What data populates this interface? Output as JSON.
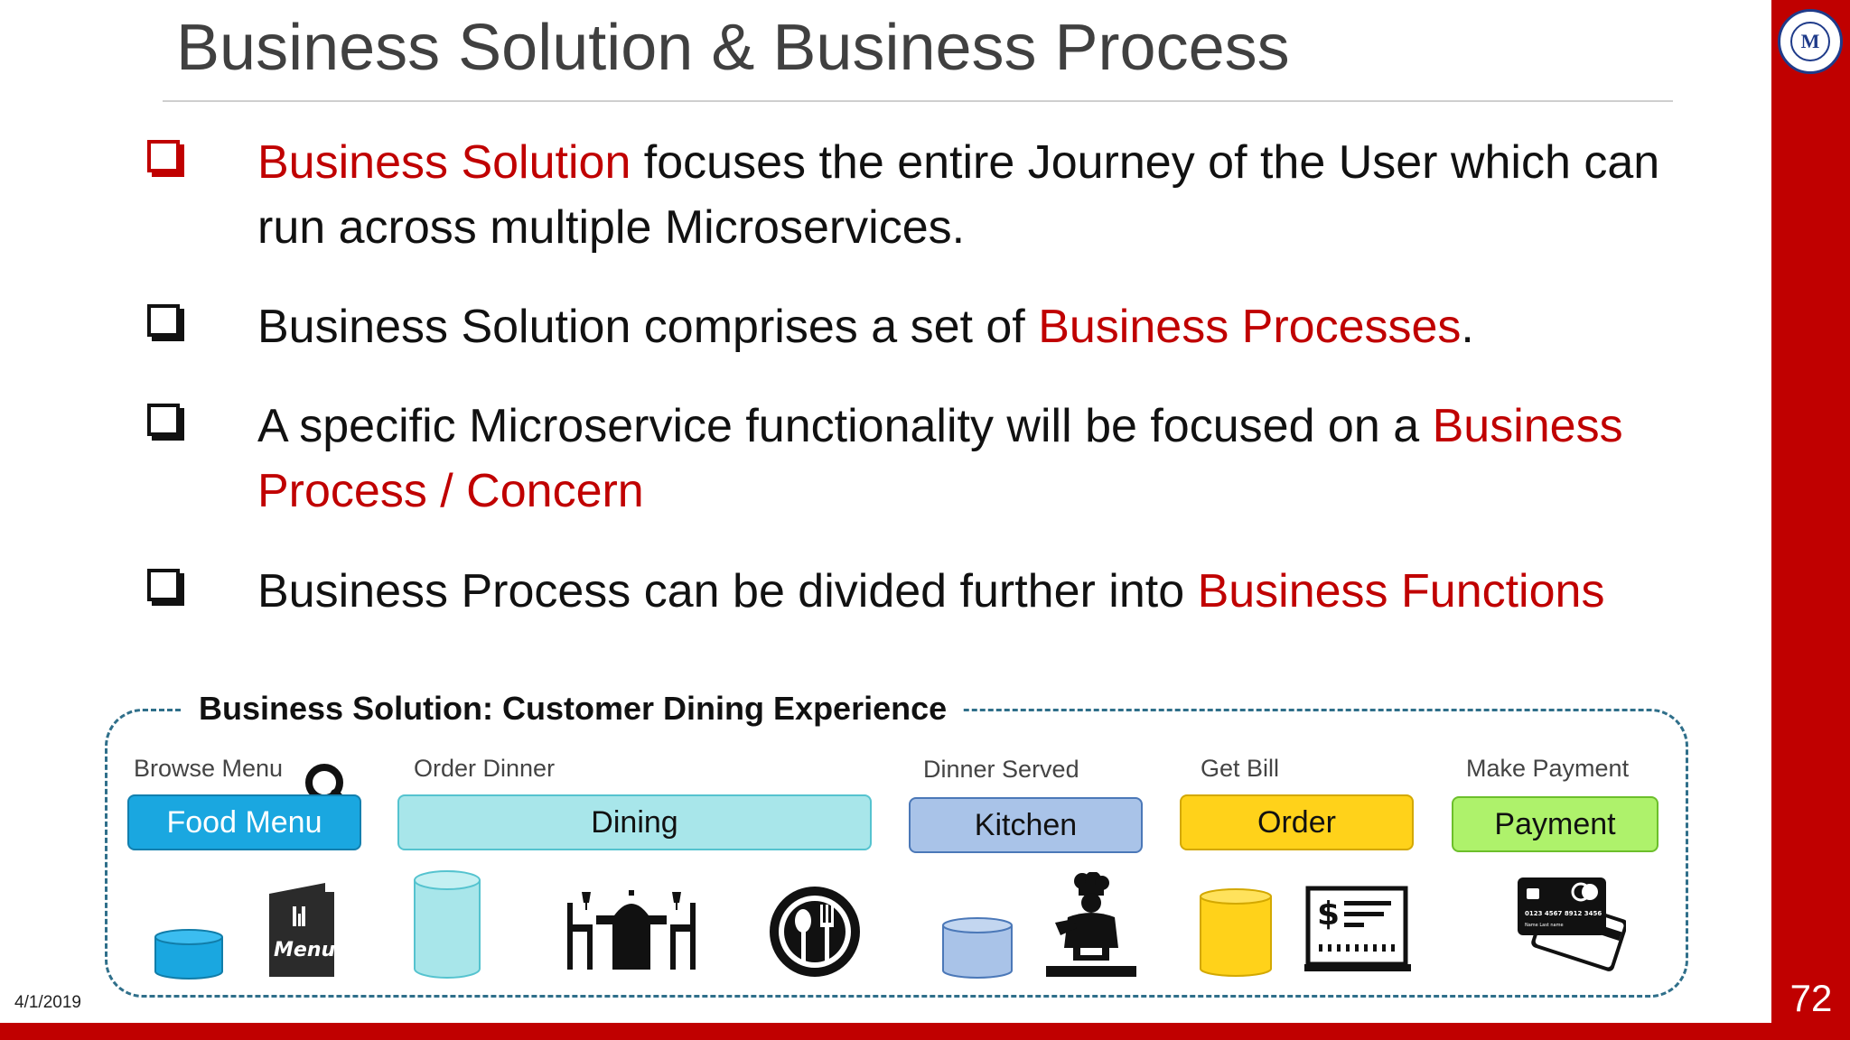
{
  "slide": {
    "title": "Business Solution & Business Process",
    "date": "4/1/2019",
    "page_number": "72",
    "logo_letter": "M"
  },
  "bullets": [
    {
      "parts": [
        {
          "text": "Business Solution",
          "highlight": true
        },
        {
          "text": " focuses the entire Journey of the User which can run across multiple Microservices.",
          "highlight": false
        }
      ]
    },
    {
      "parts": [
        {
          "text": "Business Solution comprises a set of ",
          "highlight": false
        },
        {
          "text": "Business Processes",
          "highlight": true
        },
        {
          "text": ".",
          "highlight": false
        }
      ]
    },
    {
      "parts": [
        {
          "text": "A specific Microservice functionality will be focused on a ",
          "highlight": false
        },
        {
          "text": "Business Process / Concern",
          "highlight": true
        }
      ]
    },
    {
      "parts": [
        {
          "text": "Business Process can be divided further into ",
          "highlight": false
        },
        {
          "text": "Business Functions",
          "highlight": true
        }
      ]
    }
  ],
  "diagram": {
    "title": "Business Solution: Customer Dining Experience",
    "steps": [
      {
        "label": "Browse Menu",
        "service": "Food Menu",
        "color": "#1aa7e0"
      },
      {
        "label": "Order Dinner",
        "service": "Dining",
        "color": "#a8e6ea"
      },
      {
        "label": "Dinner Served",
        "service": "Kitchen",
        "color": "#a9c3e8"
      },
      {
        "label": "Get Bill",
        "service": "Order",
        "color": "#ffd21a"
      },
      {
        "label": "Make Payment",
        "service": "Payment",
        "color": "#aef26b"
      }
    ],
    "icons": {
      "menu_text": "Menu",
      "bill_symbol": "$",
      "card_number": "0123 4567 8912 3456",
      "card_name": "Name  Last name"
    }
  },
  "colors": {
    "accent_red": "#c00000",
    "frame_blue": "#2f6f8a"
  }
}
